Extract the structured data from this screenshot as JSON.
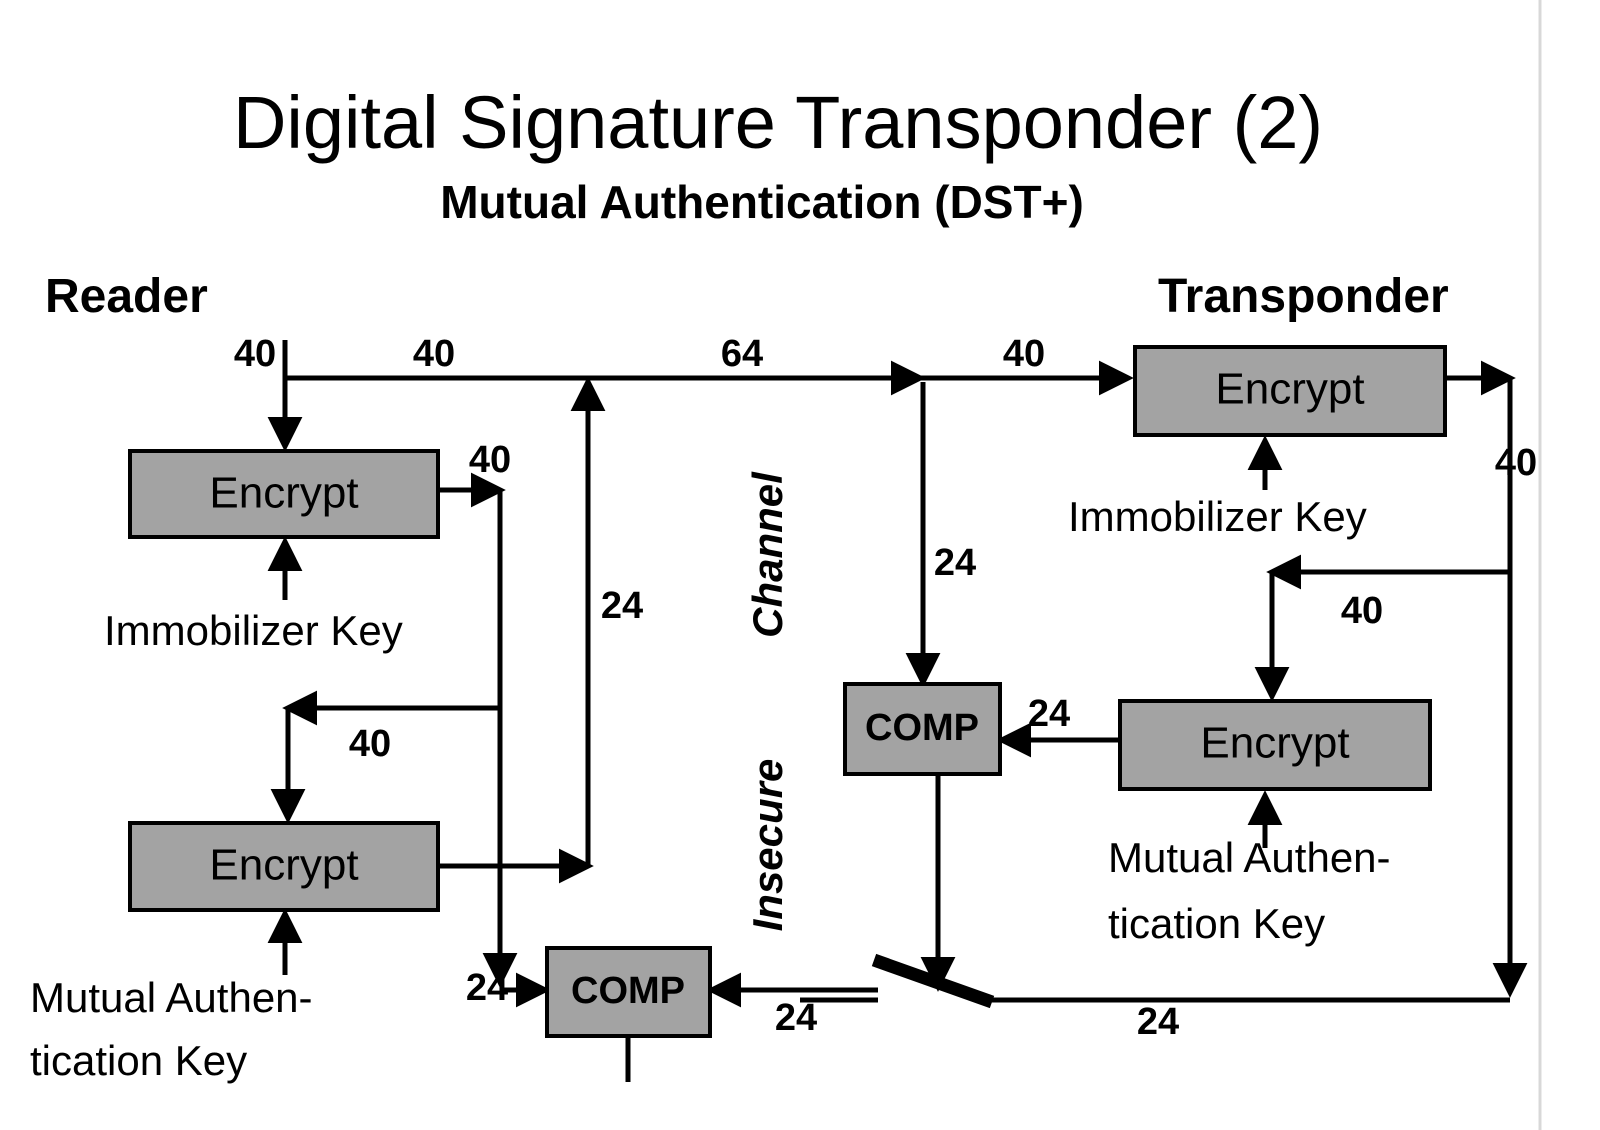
{
  "title": {
    "main": "Digital Signature Transponder (2)",
    "sub": "Mutual Authentication   (DST+)"
  },
  "parties": {
    "left": "Reader",
    "right": "Transponder"
  },
  "blocks": {
    "reader_encrypt_top": "Encrypt",
    "reader_encrypt_bottom": "Encrypt",
    "reader_comp": "COMP",
    "transponder_encrypt_top": "Encrypt",
    "transponder_encrypt_bottom": "Encrypt",
    "transponder_comp": "COMP"
  },
  "keys": {
    "reader_immobilizer": "Immobilizer Key",
    "reader_mutual_line1": "Mutual Authen-",
    "reader_mutual_line2": "tication Key",
    "transponder_immobilizer": "Immobilizer Key",
    "transponder_mutual_line1": "Mutual Authen-",
    "transponder_mutual_line2": "tication Key"
  },
  "channel": {
    "word_top": "Channel",
    "word_bottom": "Insecure"
  },
  "bitwidths": {
    "challenge_source": "40",
    "challenge_to_channel": "40",
    "channel_payload": "64",
    "challenge_to_transponder": "40",
    "reader_enc1_out": "40",
    "reader_enc1_to_enc2": "40",
    "reader_feedback_24": "24",
    "reader_comp_in_left": "24",
    "reader_comp_in_right": "24",
    "transponder_resp_24": "24",
    "transponder_comp_in": "24",
    "transponder_enc1_out": "40",
    "transponder_enc1_feedback": "40",
    "transponder_bottom_24": "24"
  },
  "colors": {
    "block_fill": "#a3a3a3",
    "stroke": "#000000",
    "background": "#ffffff"
  }
}
